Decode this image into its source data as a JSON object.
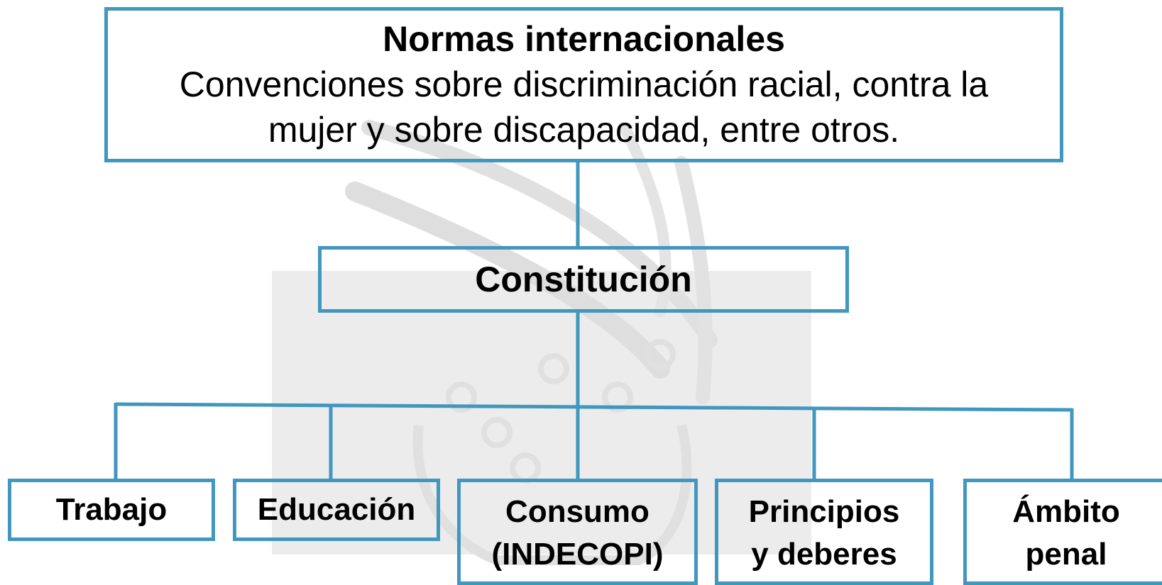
{
  "colors": {
    "border": "#4197be",
    "connector": "#4197be",
    "text": "#000000",
    "watermark": "#e3e3e3"
  },
  "top_box": {
    "title": "Normas internacionales",
    "text": "Convenciones sobre discriminación racial, contra la mujer y sobre discapacidad, entre otros."
  },
  "middle_box": {
    "title": "Constitución"
  },
  "leaves": [
    {
      "line1": "Trabajo",
      "line2": ""
    },
    {
      "line1": "Educación",
      "line2": ""
    },
    {
      "line1": "Consumo",
      "line2": "(INDECOPI)"
    },
    {
      "line1": "Principios",
      "line2": "y deberes"
    },
    {
      "line1": "Ámbito",
      "line2": "penal"
    }
  ]
}
